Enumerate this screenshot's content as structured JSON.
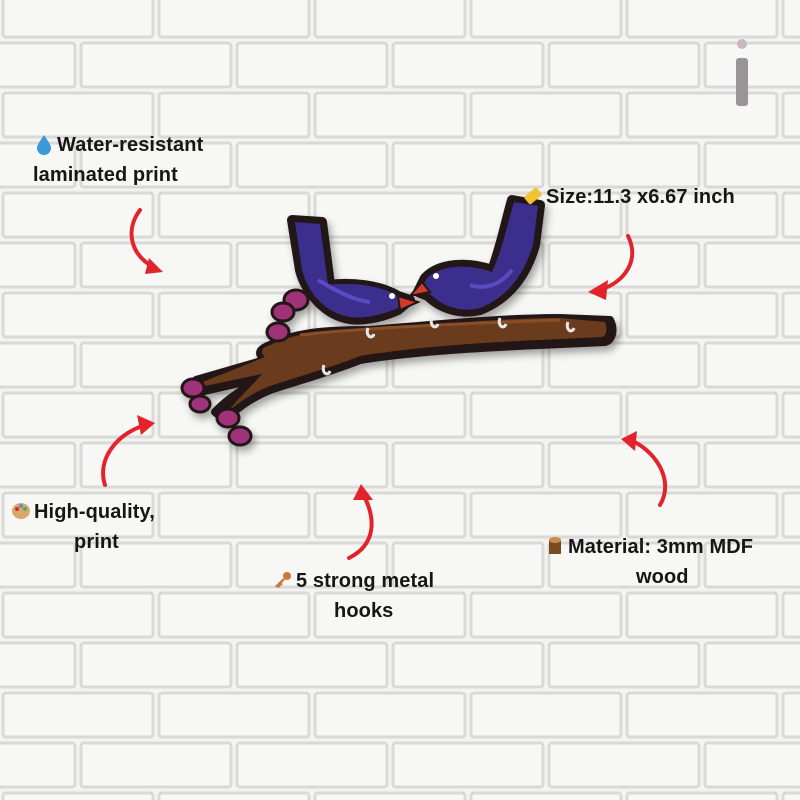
{
  "features": {
    "water": {
      "lines": [
        "Water-resistant",
        "laminated print"
      ],
      "icon": "water-drop-icon"
    },
    "size": {
      "lines": [
        "Size:11.3 x6.67 inch"
      ],
      "icon": "ruler-icon"
    },
    "print": {
      "lines": [
        "High-quality,",
        "print"
      ],
      "icon": "palette-icon"
    },
    "hooks": {
      "lines": [
        "5 strong metal",
        "hooks"
      ],
      "icon": "key-icon"
    },
    "material": {
      "lines": [
        "Material: 3mm MDF",
        "wood"
      ],
      "icon": "wood-log-icon"
    }
  },
  "colors": {
    "arrow": "#e3232c",
    "bird": "#3a2f8c",
    "branch": "#6b3a1c",
    "flower": "#a0327a",
    "brick_wall": "#f4f4f2"
  }
}
